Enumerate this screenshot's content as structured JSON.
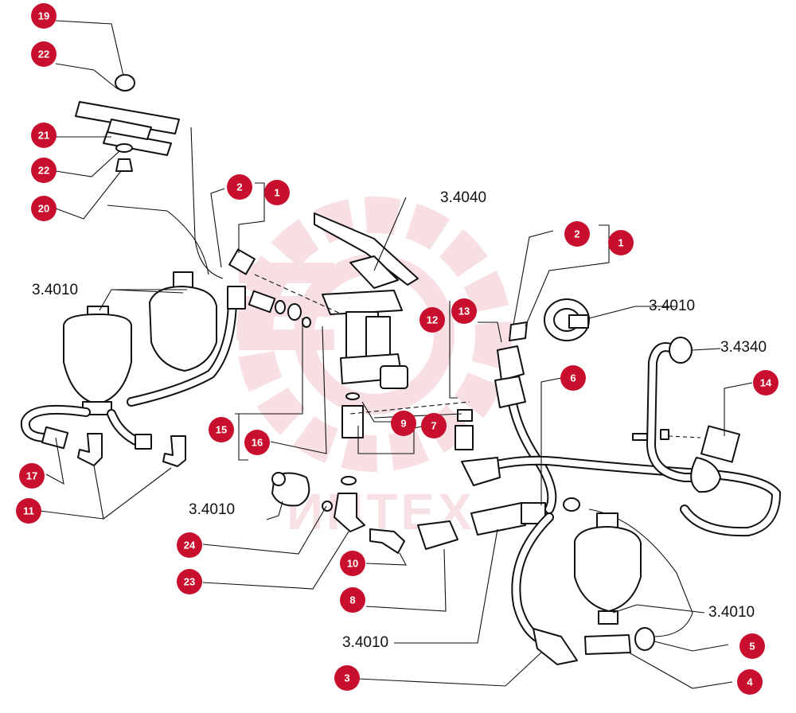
{
  "colors": {
    "badge": "#c8102e",
    "line": "#111111",
    "watermark": "#c8102e"
  },
  "watermark": "ИНТЕХ",
  "callouts": [
    {
      "id": "c19",
      "label": "19"
    },
    {
      "id": "c22a",
      "label": "22"
    },
    {
      "id": "c21",
      "label": "21"
    },
    {
      "id": "c22b",
      "label": "22"
    },
    {
      "id": "c20",
      "label": "20"
    },
    {
      "id": "c2a",
      "label": "2"
    },
    {
      "id": "c1a",
      "label": "1"
    },
    {
      "id": "c2b",
      "label": "2"
    },
    {
      "id": "c1b",
      "label": "1"
    },
    {
      "id": "c12",
      "label": "12"
    },
    {
      "id": "c13",
      "label": "13"
    },
    {
      "id": "c6",
      "label": "6"
    },
    {
      "id": "c14",
      "label": "14"
    },
    {
      "id": "c9",
      "label": "9"
    },
    {
      "id": "c7",
      "label": "7"
    },
    {
      "id": "c15",
      "label": "15"
    },
    {
      "id": "c16",
      "label": "16"
    },
    {
      "id": "c17",
      "label": "17"
    },
    {
      "id": "c11",
      "label": "11"
    },
    {
      "id": "c24",
      "label": "24"
    },
    {
      "id": "c23",
      "label": "23"
    },
    {
      "id": "c10",
      "label": "10"
    },
    {
      "id": "c8",
      "label": "8"
    },
    {
      "id": "c3",
      "label": "3"
    },
    {
      "id": "c5",
      "label": "5"
    },
    {
      "id": "c4",
      "label": "4"
    }
  ],
  "assembly_labels": [
    {
      "id": "a1",
      "label": "3.4040"
    },
    {
      "id": "a2",
      "label": "3.4010"
    },
    {
      "id": "a3",
      "label": "3.4010"
    },
    {
      "id": "a4",
      "label": "3.4340"
    },
    {
      "id": "a5",
      "label": "3.4010"
    },
    {
      "id": "a6",
      "label": "3.4010"
    },
    {
      "id": "a7",
      "label": "3.4010"
    }
  ]
}
